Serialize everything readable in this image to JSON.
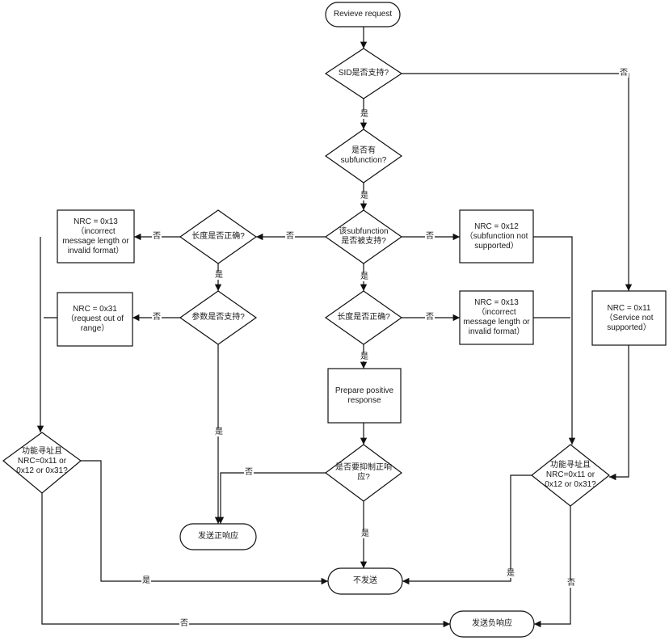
{
  "nodes": {
    "start": "Revieve request",
    "sid_check": "SID是否支持?",
    "has_subfunction": "是否有\nsubfunction?",
    "subfunction_supported": "该subfunction\n是否被支持?",
    "length_check_left": "长度是否正确?",
    "param_check": "参数是否支持?",
    "length_check_mid": "长度是否正确?",
    "nrc13_left": "NRC = 0x13\n（incorrect\nmessage length or\ninvalid format）",
    "nrc31": "NRC = 0x31\n（request out of\nrange）",
    "nrc12": "NRC = 0x12\n（subfunction not\nsupported）",
    "nrc13_mid": "NRC = 0x13\n（incorrect\nmessage length or\ninvalid format）",
    "nrc11": "NRC = 0x11\n（Service not\nsupported）",
    "prepare_positive": "Prepare positive\nresponse",
    "suppress_check": "是否要抑制正响\n应?",
    "func_addr_left": "功能寻址且\nNRC=0x11 or\n0x12 or 0x31?",
    "func_addr_right": "功能寻址且\nNRC=0x11 or\n0x12 or 0x31?",
    "send_positive": "发送正响应",
    "no_send": "不发送",
    "send_negative": "发送负响应"
  },
  "edge_labels": {
    "yes": "是",
    "no": "否"
  }
}
